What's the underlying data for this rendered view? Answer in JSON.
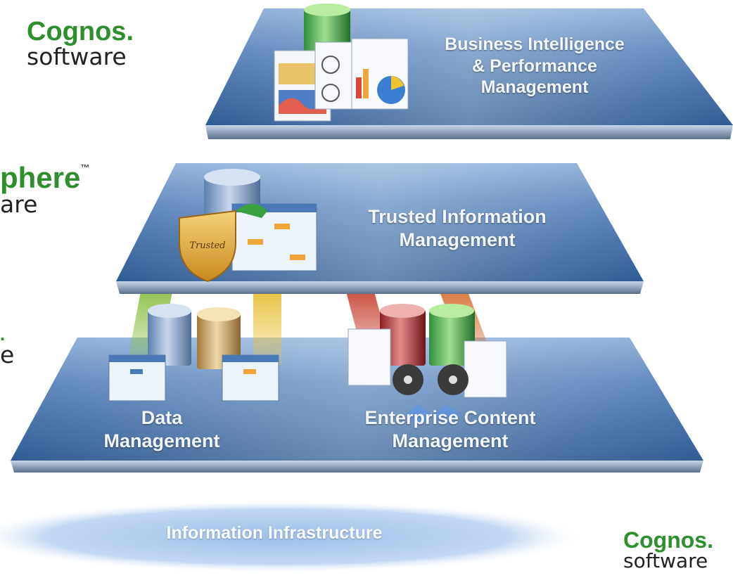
{
  "logos": {
    "top": {
      "brand": "Cognos",
      "mark": ".",
      "sub": "software"
    },
    "mid": {
      "brand_fragment": "phere",
      "tm": "™",
      "sub_fragment": "are"
    },
    "low": {
      "mark": ".",
      "sub_fragment": "e"
    },
    "bottom": {
      "brand": "Cognos",
      "mark": ".",
      "sub": "software"
    }
  },
  "tiers": {
    "bi": {
      "line1": "Business Intelligence",
      "line2": "& Performance",
      "line3": "Management"
    },
    "trusted": {
      "line1": "Trusted Information",
      "line2": "Management",
      "shield_label": "Trusted"
    },
    "data": {
      "line1": "Data",
      "line2": "Management"
    },
    "ecm": {
      "line1": "Enterprise Content",
      "line2": "Management"
    }
  },
  "infrastructure": {
    "label": "Information Infrastructure"
  },
  "colors": {
    "platform_top": "#6f95c7",
    "platform_bottom": "#2f5d97",
    "brand_green": "#2f8f2f",
    "beam_green": "#8fc04a",
    "beam_yellow": "#e8c13a",
    "beam_red": "#c94a3a",
    "beam_orange": "#d9743a"
  }
}
